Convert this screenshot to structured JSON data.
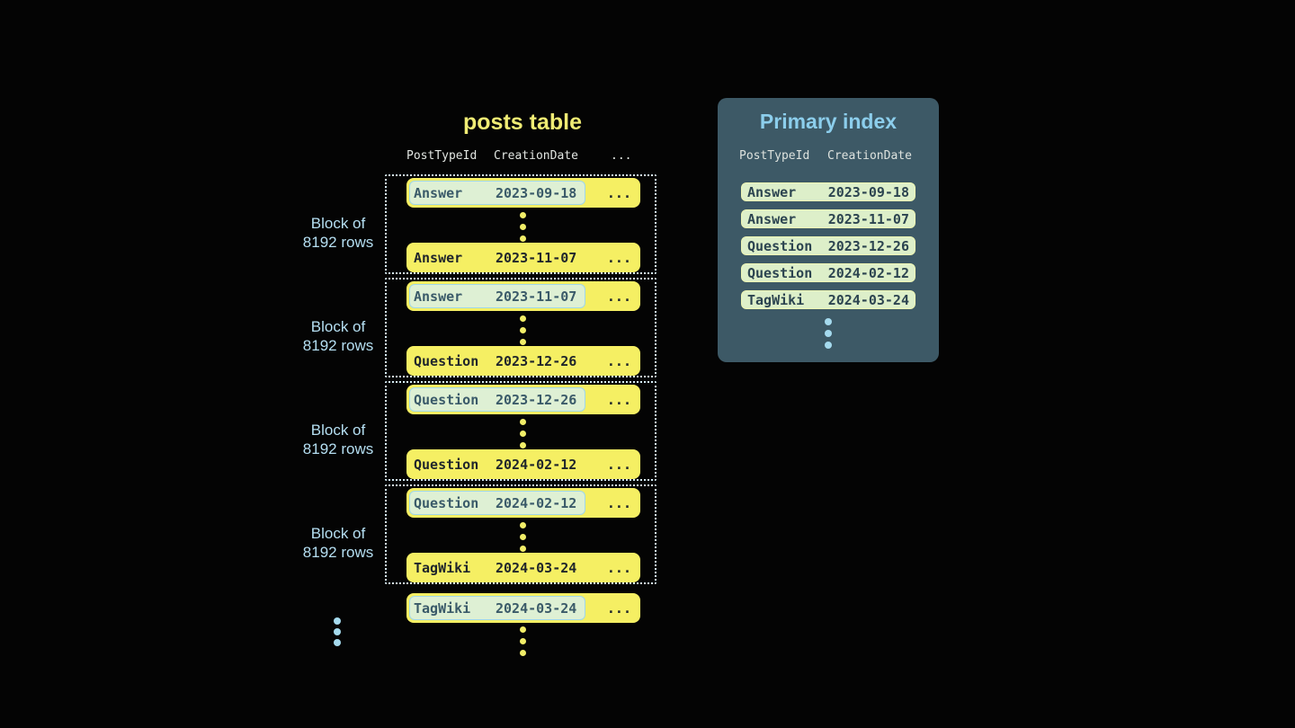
{
  "posts_table": {
    "title": "posts table",
    "columns": {
      "post_type_id": "PostTypeId",
      "creation_date": "CreationDate",
      "more": "..."
    },
    "block_label": {
      "line1": "Block of",
      "line2": "8192 rows"
    },
    "row_ellipsis": "...",
    "blocks": [
      {
        "first_row": {
          "post_type": "Answer",
          "creation_date": "2023-09-18"
        },
        "last_row": {
          "post_type": "Answer",
          "creation_date": "2023-11-07"
        }
      },
      {
        "first_row": {
          "post_type": "Answer",
          "creation_date": "2023-11-07"
        },
        "last_row": {
          "post_type": "Question",
          "creation_date": "2023-12-26"
        }
      },
      {
        "first_row": {
          "post_type": "Question",
          "creation_date": "2023-12-26"
        },
        "last_row": {
          "post_type": "Question",
          "creation_date": "2024-02-12"
        }
      },
      {
        "first_row": {
          "post_type": "Question",
          "creation_date": "2024-02-12"
        },
        "last_row": {
          "post_type": "TagWiki",
          "creation_date": "2024-03-24"
        }
      }
    ],
    "overflow_row": {
      "post_type": "TagWiki",
      "creation_date": "2024-03-24"
    }
  },
  "primary_index": {
    "title": "Primary index",
    "columns": {
      "post_type_id": "PostTypeId",
      "creation_date": "CreationDate"
    },
    "entries": [
      {
        "post_type": "Answer",
        "creation_date": "2023-09-18"
      },
      {
        "post_type": "Answer",
        "creation_date": "2023-11-07"
      },
      {
        "post_type": "Question",
        "creation_date": "2023-12-26"
      },
      {
        "post_type": "Question",
        "creation_date": "2024-02-12"
      },
      {
        "post_type": "TagWiki",
        "creation_date": "2024-03-24"
      }
    ]
  },
  "colors": {
    "background": "#040404",
    "row_yellow": "#f5ef63",
    "title_yellow": "#f0ec74",
    "highlight_green": "#def0d4",
    "highlight_border_blue": "#a0d7e9",
    "highlight_text": "#3a5a69",
    "dark_text": "#1f252b",
    "index_pill_green": "#ddefc9",
    "index_pill_border": "#edf5b4",
    "index_text": "#2c4450",
    "panel_slate": "#3d5966",
    "index_title_blue": "#8cceec",
    "block_label_blue": "#b5dff2",
    "dotted_border_blue": "#d5ebf5",
    "blue_dot": "#a5daee",
    "yellow_dot": "#f2ee68"
  }
}
